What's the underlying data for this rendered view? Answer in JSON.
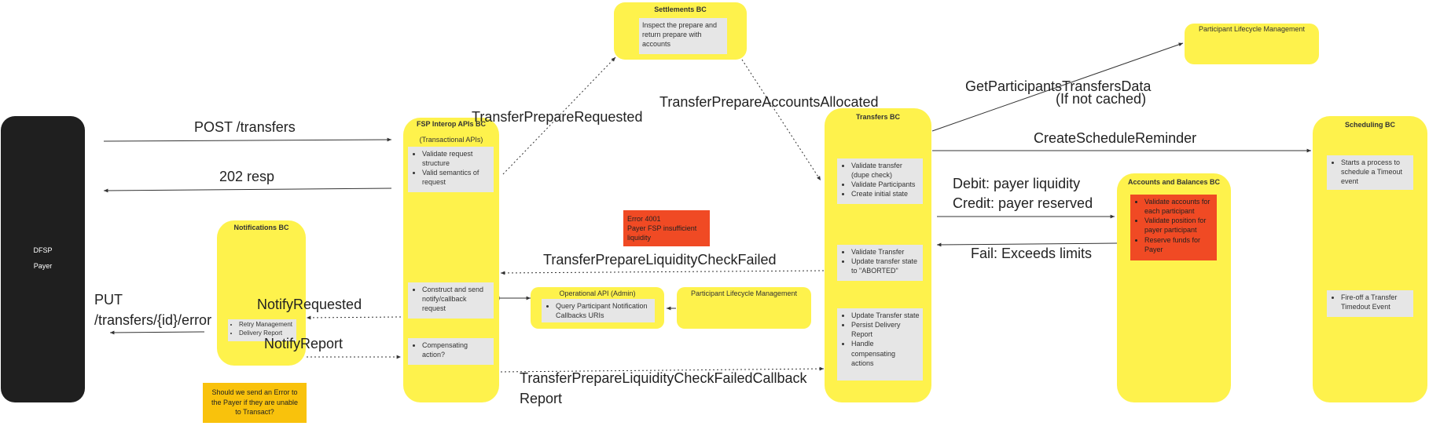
{
  "dfsp": {
    "line1": "DFSP",
    "line2": "Payer"
  },
  "settlements": {
    "title": "Settlements BC",
    "text": "Inspect the prepare and return prepare with accounts"
  },
  "plm_top": {
    "title": "Participant Lifecycle Management"
  },
  "fsp": {
    "title": "FSP Interop APIs BC",
    "subtitle": "(Transactional APIs)",
    "box1": [
      "Validate request structure",
      "Valid semantics of request"
    ],
    "box2": [
      "Construct and send notify/callback request"
    ],
    "box3": [
      "Compensating action?"
    ]
  },
  "notifications": {
    "title": "Notifications BC",
    "items": [
      "Retry Management",
      "Delivery Report"
    ]
  },
  "question_note": "Should we send an Error to the Payer if they are unable to Transact?",
  "operational": {
    "title": "Operational API (Admin)",
    "items": [
      "Query Participant Notification Callbacks URIs"
    ]
  },
  "plm_mid": {
    "title": "Participant Lifecycle Management"
  },
  "error_note": {
    "line1": "Error 4001",
    "line2": "Payer FSP insufficient liquidity"
  },
  "transfers": {
    "title": "Transfers BC",
    "box1": [
      "Validate transfer (dupe check)",
      "Validate Participants",
      "Create initial state"
    ],
    "box2": [
      "Validate Transfer",
      "Update transfer state to \"ABORTED\""
    ],
    "box3": [
      "Update Transfer state",
      "Persist Delivery Report",
      "Handle compensating actions"
    ]
  },
  "accounts": {
    "title": "Accounts and Balances BC",
    "items": [
      "Validate accounts for each participant",
      "Validate position for payer participant",
      "Reserve funds for Payer"
    ]
  },
  "scheduling": {
    "title": "Scheduling BC",
    "box1": [
      "Starts a process to schedule a Timeout event"
    ],
    "box2": [
      "Fire-off a Transfer Timedout Event"
    ]
  },
  "labels": {
    "post_transfers": "POST /transfers",
    "resp_202": "202 resp",
    "put_line1": "PUT",
    "put_line2": "/transfers/{id}/error",
    "notify_requested": "NotifyRequested",
    "notify_report": "NotifyReport",
    "prepare_requested": "TransferPrepareRequested",
    "accounts_allocated": "TransferPrepareAccountsAllocated",
    "get_participants_1": "GetParticipantsTransfersData",
    "get_participants_2": "(If not cached)",
    "create_schedule": "CreateScheduleReminder",
    "debit": "Debit: payer liquidity",
    "credit": "Credit: payer reserved",
    "fail": "Fail: Exceeds limits",
    "liquidity_failed": "TransferPrepareLiquidityCheckFailed",
    "callback_1": "TransferPrepareLiquidityCheckFailedCallback",
    "callback_2": "Report"
  }
}
